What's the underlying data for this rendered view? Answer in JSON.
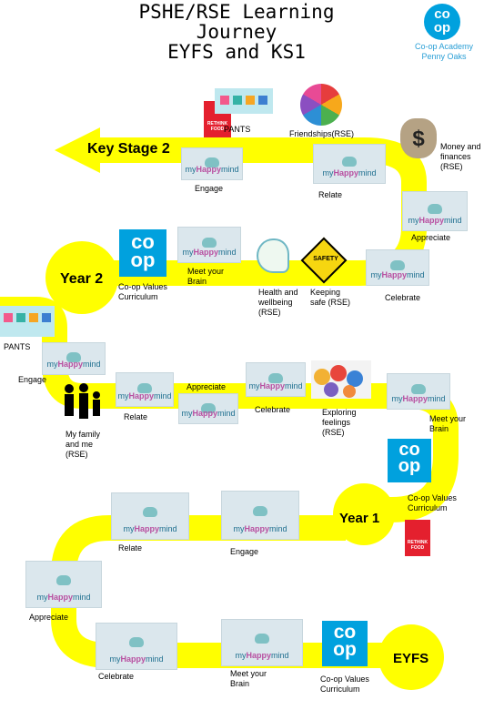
{
  "title": {
    "line1": "PSHE/RSE Learning",
    "line2": "Journey",
    "line3": "EYFS and KS1"
  },
  "school": {
    "logo_text_top": "co",
    "logo_text_bottom": "op",
    "name": "Co-op Academy Penny Oaks",
    "brand_color": "#00a1de"
  },
  "road": {
    "color": "#ffff00"
  },
  "stages": {
    "key_stage_2": "Key Stage 2",
    "year2": "Year 2",
    "year1": "Year 1",
    "eyfs": "EYFS"
  },
  "myhappymind": {
    "my": "my",
    "happy": "Happy",
    "mind": "mind"
  },
  "rethink": {
    "line1": "RETHINK",
    "line2": "FOOD"
  },
  "icons": {
    "safety_sign": "SAFETY",
    "dollar": "$"
  },
  "year2_labels": {
    "pants": "PANTS",
    "friendships": "Friendships(RSE)",
    "engage": "Engage",
    "relate": "Relate",
    "money": "Money and finances (RSE)",
    "appreciate": "Appreciate",
    "coop_values": "Co-op Values Curriculum",
    "meet_brain": "Meet your Brain",
    "health": "Health and wellbeing (RSE)",
    "keeping_safe": "Keeping safe (RSE)",
    "celebrate": "Celebrate"
  },
  "year1_labels": {
    "pants": "PANTS",
    "engage": "Engage",
    "family": "My family and me (RSE)",
    "relate": "Relate",
    "appreciate": "Appreciate",
    "celebrate": "Celebrate",
    "exploring": "Exploring feelings (RSE)",
    "meet_brain": "Meet your Brain",
    "coop_values": "Co-op Values Curriculum"
  },
  "eyfs_labels": {
    "relate": "Relate",
    "engage": "Engage",
    "appreciate": "Appreciate",
    "celebrate": "Celebrate",
    "meet_brain": "Meet your Brain",
    "coop_values": "Co-op Values Curriculum"
  }
}
